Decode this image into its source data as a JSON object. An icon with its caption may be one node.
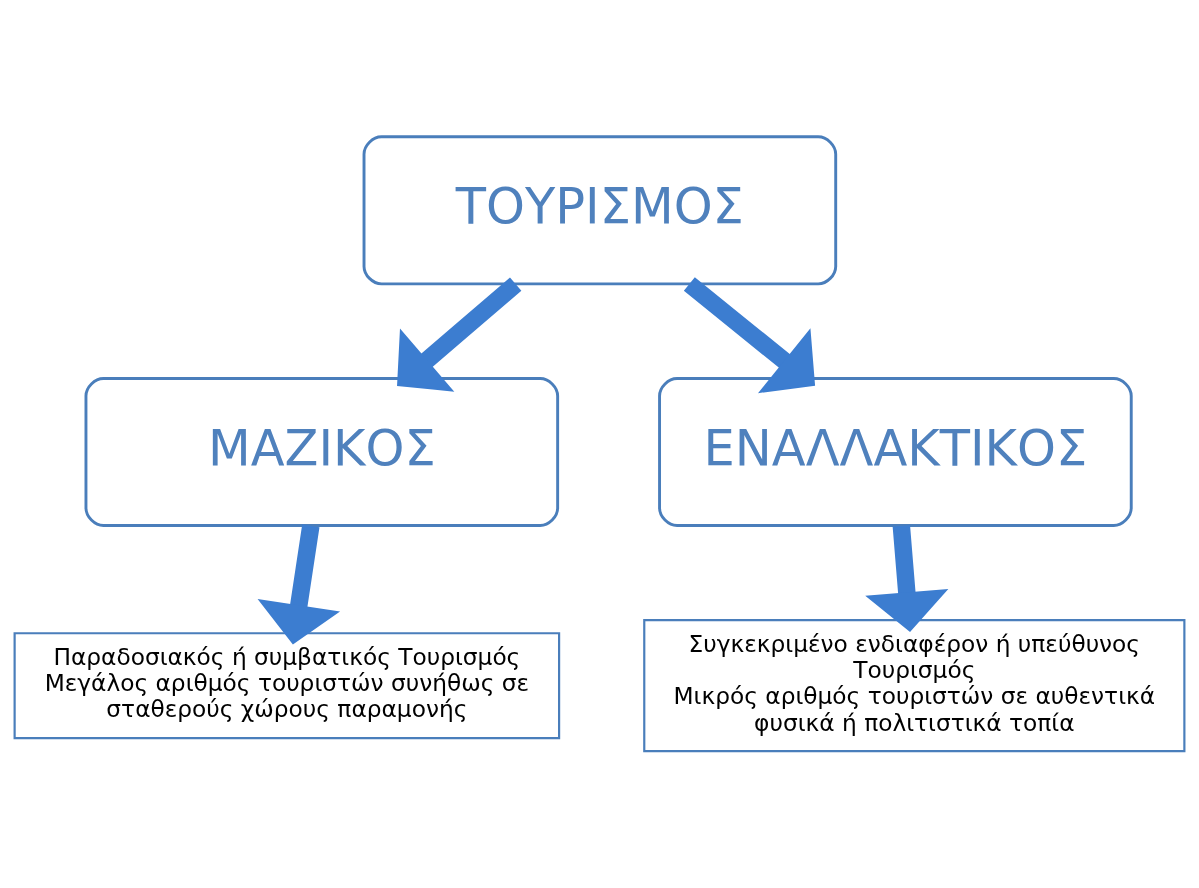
{
  "diagram": {
    "nodes": [
      {
        "text": [
          "ΤΟΥΡΙΣΜΟΣ"
        ]
      },
      {
        "text": [
          "ΜΑΖΙΚΟΣ"
        ]
      },
      {
        "text": [
          "ΕΝΑΛΛΑΚΤΙΚΟΣ"
        ]
      },
      {
        "text": [
          "Παραδοσιακός ή συμβατικός Τουρισμός",
          "Μεγάλος αριθμός τουριστών συνήθως σε σταθερούς χώρους παραμονής"
        ]
      },
      {
        "text": [
          "Συγκεκριμένο ενδιαφέρον ή υπεύθυνος Τουρισμός",
          "Μικρός αριθμός τουριστών σε αυθεντικά φυσικά ή πολιτιστικά τοπία"
        ]
      }
    ],
    "edges": [
      {
        "from": 0,
        "to": 1,
        "arrow": "to"
      },
      {
        "from": 0,
        "to": 2,
        "arrow": "to"
      },
      {
        "from": 1,
        "to": 3,
        "arrow": "to"
      },
      {
        "from": 2,
        "to": 4,
        "arrow": "to"
      }
    ]
  }
}
